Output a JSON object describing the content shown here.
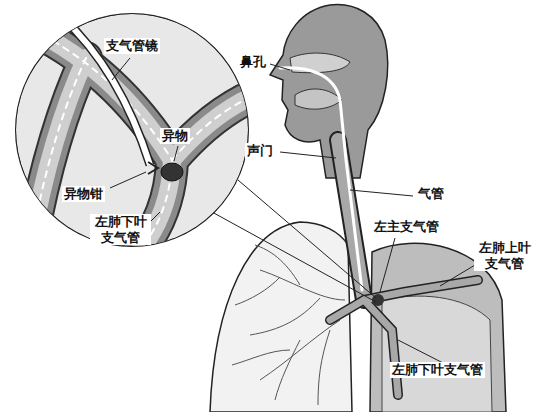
{
  "diagram": {
    "labels": [
      "支气管镜",
      "鼻孔",
      "异物",
      "声门",
      "异物钳",
      "左肺下叶 支气管",
      "气管",
      "左主支气管",
      "左肺上叶 支气管",
      "左肺下叶支气管"
    ]
  }
}
